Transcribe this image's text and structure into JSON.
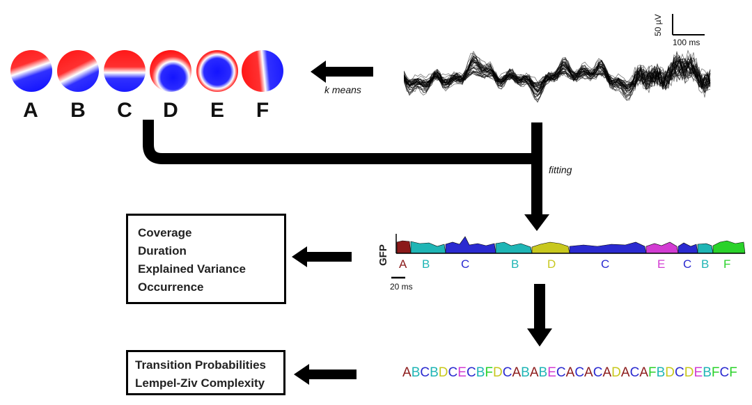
{
  "maps": [
    {
      "label": "A",
      "kind": "diag-down"
    },
    {
      "label": "B",
      "kind": "diag-up"
    },
    {
      "label": "C",
      "kind": "horizontal"
    },
    {
      "label": "D",
      "kind": "offcenter"
    },
    {
      "label": "E",
      "kind": "ring"
    },
    {
      "label": "F",
      "kind": "vertical"
    }
  ],
  "labels": {
    "k_means": "k means",
    "fitting": "fitting",
    "gfp": "GFP",
    "scale_uv": "50 µV",
    "scale_ms": "100 ms",
    "scale_20ms": "20 ms"
  },
  "measures_box": [
    "Coverage",
    "Duration",
    "Explained Variance",
    "Occurrence"
  ],
  "sequence_box": [
    "Transition Probabilities",
    "Lempel-Ziv Complexity"
  ],
  "segments": [
    {
      "label": "A",
      "color": "#8b1a1a"
    },
    {
      "label": "B",
      "color": "#1fb5b5"
    },
    {
      "label": "C",
      "color": "#2a2ad0"
    },
    {
      "label": "B",
      "color": "#1fb5b5"
    },
    {
      "label": "D",
      "color": "#c8c81e"
    },
    {
      "label": "C",
      "color": "#2a2ad0"
    },
    {
      "label": "E",
      "color": "#d23cd2"
    },
    {
      "label": "C",
      "color": "#2a2ad0"
    },
    {
      "label": "B",
      "color": "#1fb5b5"
    },
    {
      "label": "F",
      "color": "#2ad22a"
    }
  ],
  "sequence_string": "ABCBDCECBFDCABABECACACADACAFBDCDEBFCF",
  "letter_colors": {
    "A": "#8b1a1a",
    "B": "#1fb5b5",
    "C": "#2a2ad0",
    "D": "#c8c81e",
    "E": "#d23cd2",
    "F": "#2ad22a"
  }
}
